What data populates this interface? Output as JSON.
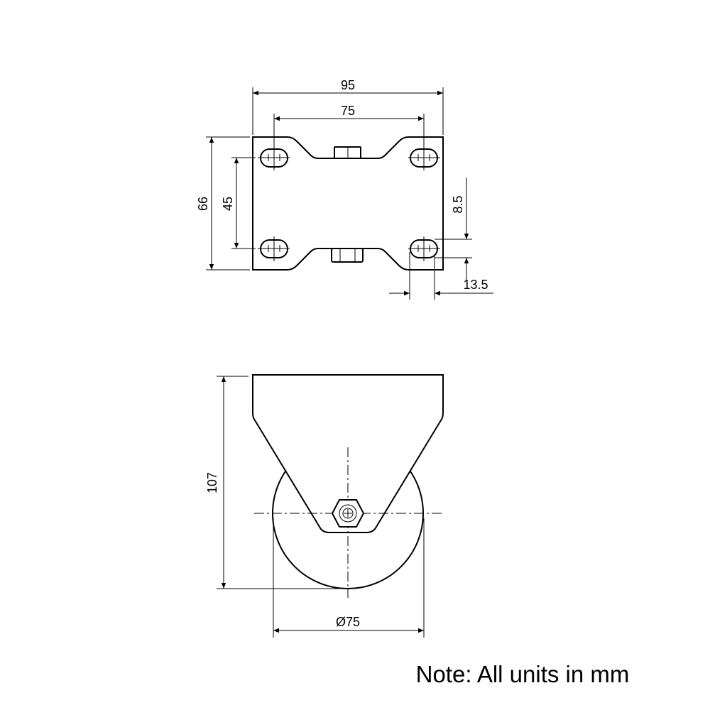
{
  "top_view": {
    "width": "95",
    "hole_spacing_x": "75",
    "height": "66",
    "hole_spacing_y": "45",
    "slot_offset": "8.5",
    "slot_length": "13.5"
  },
  "side_view": {
    "height": "107",
    "wheel_diameter": "Ø75"
  },
  "note": "Note: All units in mm"
}
